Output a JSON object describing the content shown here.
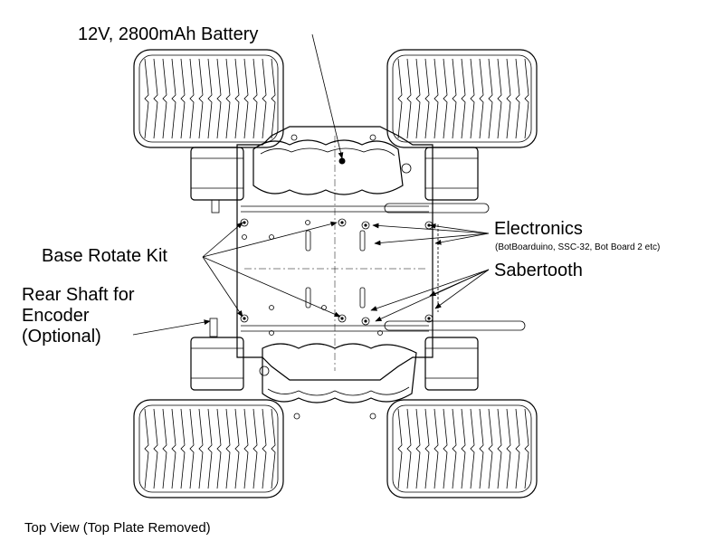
{
  "labels": {
    "battery": "12V, 2800mAh Battery",
    "electronics": "Electronics",
    "electronics_sub": "(BotBoarduino, SSC-32, Bot Board 2 etc)",
    "sabertooth": "Sabertooth",
    "base_rotate": "Base Rotate Kit",
    "rear_shaft_line1": "Rear Shaft for",
    "rear_shaft_line2": "Encoder",
    "rear_shaft_line3": "(Optional)"
  },
  "caption": "Top View (Top Plate Removed)"
}
